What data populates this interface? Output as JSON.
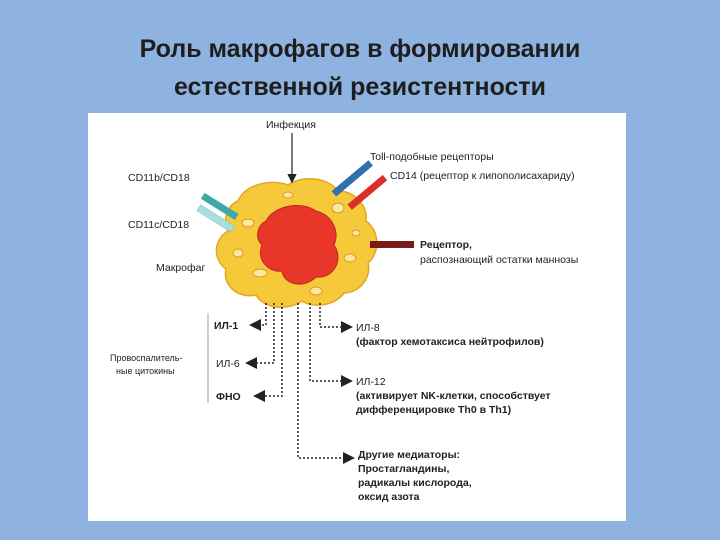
{
  "slide": {
    "title_line1": "Роль макрофагов в формировании",
    "title_line2": "естественной резистентности"
  },
  "diagram": {
    "infection": "Инфекция",
    "cd11b": "CD11b/CD18",
    "cd11c": "CD11c/CD18",
    "macrophage": "Макрофаг",
    "toll": "Toll-подобные рецепторы",
    "cd14": "CD14 (рецептор к липополисахариду)",
    "mannose_line1": "Рецептор,",
    "mannose_line2": "распознающий остатки маннозы",
    "il1": "ИЛ-1",
    "il6": "ИЛ-6",
    "tnf": "ФНО",
    "proinflam_line1": "Провоспалитель-",
    "proinflam_line2": "ные цитокины",
    "il8_line1": "ИЛ-8",
    "il8_line2": "(фактор хемотаксиса нейтрофилов)",
    "il12_line1": "ИЛ-12",
    "il12_line2": "(активирует NK-клетки, способствует",
    "il12_line3": "дифференцировке Th0 в Th1)",
    "other_line1": "Другие медиаторы:",
    "other_line2": "Простагландины,",
    "other_line3": "радикалы кислорода,",
    "other_line4": "оксид азота"
  },
  "colors": {
    "background": "#8fb3e0",
    "cell": "#f6c93a",
    "nucleus": "#e8372a",
    "receptor_teal": "#3fa8a8",
    "receptor_light": "#a8e0dc",
    "receptor_blue": "#2f6fb0",
    "receptor_red": "#d9302a",
    "receptor_maroon": "#7a1a1a"
  }
}
